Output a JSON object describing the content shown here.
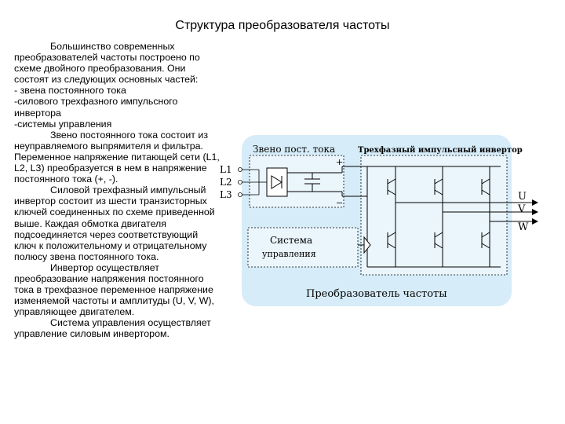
{
  "slide": {
    "title": "Структура преобразователя частоты",
    "paragraphs": [
      "Большинство современных преобразователей частоты построено по схеме двойного преобразования. Они состоят из следующих основных частей:",
      "- звена постоянного тока",
      "-силового трехфазного импульсного инвертора",
      "-системы управления",
      "Звено постоянного тока состоит из неуправляемого выпрямителя и фильтра. Переменное напряжение питающей сети (L1, L2, L3) преобразуется в нем в напряжение постоянного тока (+, -).",
      "Силовой трехфазный импульсный инвертор состоит из шести транзисторных ключей соединенных по схеме приведенной выше. Каждая обмотка двигателя подсоединяется через соответствующий ключ к положительному и отрицательному полюсу звена постоянного тока.",
      "Инвертор осуществляет преобразование напряжения постоянного тока в трехфазное переменное напряжение изменяемой частоты и амплитуды (U, V, W), управляющее двигателем.",
      "Система управления осуществляет управление силовым инвертором."
    ]
  },
  "diagram": {
    "dc_link_label": "Звено пост. тока",
    "inverter_label": "Трехфазный импульсный инвертор",
    "control_label_line1": "Система",
    "control_label_line2": "управления",
    "converter_label": "Преобразователь частоты",
    "inputs": [
      "L1",
      "L2",
      "L3"
    ],
    "outputs": [
      "U",
      "V",
      "W"
    ],
    "plus_sign": "+",
    "minus_sign": "−",
    "colors": {
      "panel": "#d6ecf8",
      "box": "#eaf5fc",
      "line": "#000000"
    }
  }
}
